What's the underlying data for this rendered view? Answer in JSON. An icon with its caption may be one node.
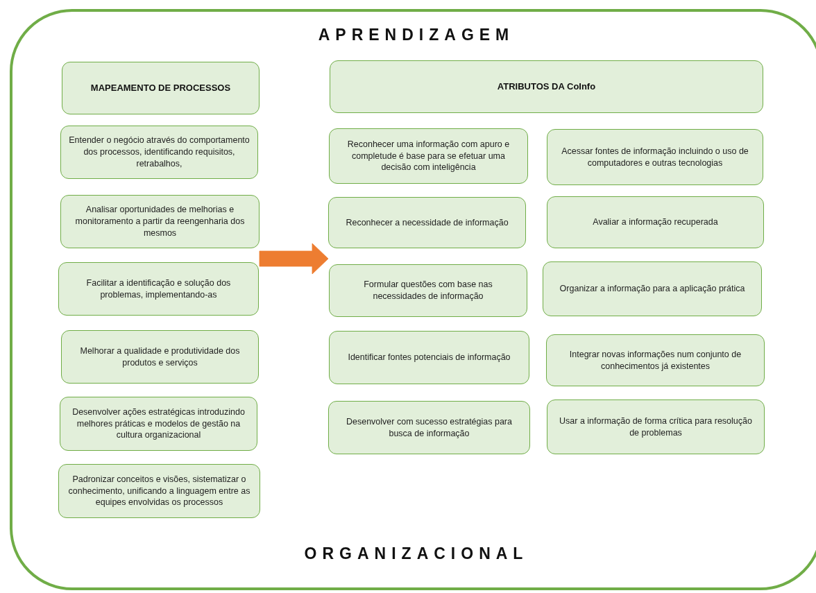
{
  "diagram": {
    "nodes": [
      {
        "text": [
          "APRENDIZAGEM",
          "ORGANIZACIONAL"
        ]
      },
      {
        "text": [
          "MAPEAMENTO DE PROCESSOS"
        ],
        "in": 0
      },
      {
        "text": [
          "Entender o negócio através do comportamento dos processos, identificando requisitos, retrabalhos,"
        ],
        "in": 0
      },
      {
        "text": [
          "Analisar oportunidades de melhorias e monitoramento a partir da reengenharia dos mesmos"
        ],
        "in": 0
      },
      {
        "text": [
          "Facilitar a identificação e solução dos problemas, implementando-as"
        ],
        "in": 0
      },
      {
        "text": [
          "Melhorar a qualidade e produtividade dos produtos e serviços"
        ],
        "in": 0
      },
      {
        "text": [
          "Desenvolver ações estratégicas introduzindo melhores práticas e modelos de gestão na cultura organizacional"
        ],
        "in": 0
      },
      {
        "text": [
          "Padronizar conceitos e visões, sistematizar o conhecimento, unificando a linguagem entre as equipes envolvidas os processos"
        ],
        "in": 0
      },
      {
        "text": [
          "ATRIBUTOS DA CoInfo"
        ],
        "in": 0
      },
      {
        "text": [
          "Reconhecer uma informação com apuro e completude é base para se efetuar uma decisão com inteligência"
        ],
        "in": 0
      },
      {
        "text": [
          "Acessar fontes de informação incluindo o uso de computadores e outras tecnologias"
        ],
        "in": 0
      },
      {
        "text": [
          "Reconhecer a necessidade de informação"
        ],
        "in": 0
      },
      {
        "text": [
          "Avaliar a informação recuperada"
        ],
        "in": 0
      },
      {
        "text": [
          "Formular questões com base nas necessidades de informação"
        ],
        "in": 0
      },
      {
        "text": [
          "Organizar a informação para a aplicação prática"
        ],
        "in": 0
      },
      {
        "text": [
          "Identificar fontes potenciais de informação"
        ],
        "in": 0
      },
      {
        "text": [
          "Integrar novas informações num conjunto de conhecimentos já existentes"
        ],
        "in": 0
      },
      {
        "text": [
          "Desenvolver com sucesso estratégias para busca de informação"
        ],
        "in": 0
      },
      {
        "text": [
          "Usar a informação de forma crítica para resolução de problemas"
        ],
        "in": 0
      }
    ],
    "edges": [
      {
        "from": 4,
        "to": 13,
        "arrow": "to",
        "style": "thick",
        "color": "#ed7d31"
      }
    ]
  }
}
